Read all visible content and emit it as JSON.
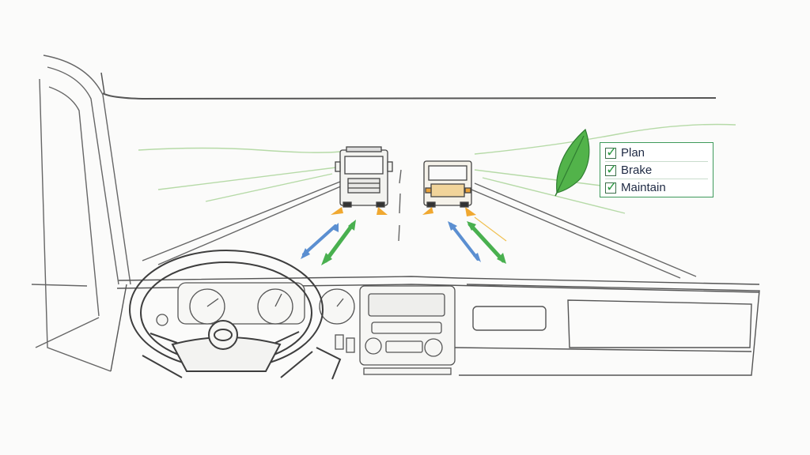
{
  "checklist": {
    "items": [
      {
        "label": "Plan",
        "checked": true
      },
      {
        "label": "Brake",
        "checked": true
      },
      {
        "label": "Maintain",
        "checked": true
      }
    ]
  },
  "colors": {
    "accent_green": "#3fa34d",
    "arrow_blue": "#5b8fd1",
    "arrow_orange": "#f0a830",
    "sketch_line": "#4a4a4a"
  },
  "icons": [
    "leaf-icon",
    "steering-wheel-icon",
    "gauge-icon"
  ]
}
